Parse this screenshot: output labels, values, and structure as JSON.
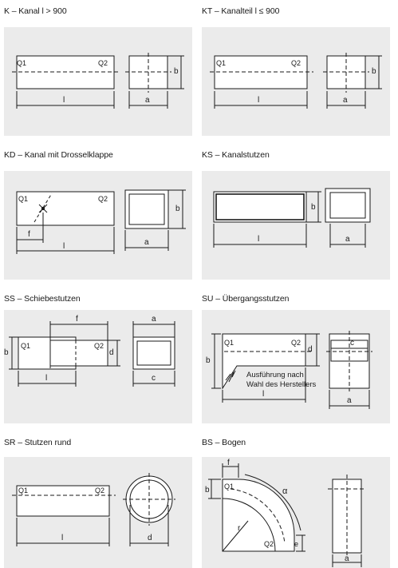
{
  "diagrams": [
    {
      "title": "K – Kanal l > 900",
      "labels": {
        "q1": "Q1",
        "q2": "Q2",
        "l": "l",
        "a": "a",
        "b": "b"
      }
    },
    {
      "title": "KT – Kanalteil l ≤ 900",
      "labels": {
        "q1": "Q1",
        "q2": "Q2",
        "l": "l",
        "a": "a",
        "b": "b"
      }
    },
    {
      "title": "KD – Kanal mit Drosselklappe",
      "labels": {
        "q1": "Q1",
        "q2": "Q2",
        "f": "f",
        "l": "l",
        "a": "a",
        "b": "b"
      }
    },
    {
      "title": "KS – Kanalstutzen",
      "labels": {
        "l": "l",
        "a": "a",
        "b": "b"
      }
    },
    {
      "title": "SS – Schiebestutzen",
      "labels": {
        "q1": "Q1",
        "q2": "Q2",
        "b": "b",
        "d": "d",
        "f": "f",
        "l": "l",
        "a": "a",
        "c": "c"
      }
    },
    {
      "title": "SU – Übergangsstutzen",
      "labels": {
        "q1": "Q1",
        "q2": "Q2",
        "b": "b",
        "d": "d",
        "l": "l",
        "c": "c",
        "a": "a",
        "note_line1": "Ausführung nach",
        "note_line2": "Wahl des Herstellers"
      }
    },
    {
      "title": "SR – Stutzen rund",
      "labels": {
        "q1": "Q1",
        "q2": "Q2",
        "l": "l",
        "d": "d"
      }
    },
    {
      "title": "BS – Bogen",
      "labels": {
        "f": "f",
        "q1": "Q1",
        "q2": "Q2",
        "b": "b",
        "r": "r",
        "alpha": "α",
        "e": "e",
        "a": "a"
      }
    }
  ]
}
